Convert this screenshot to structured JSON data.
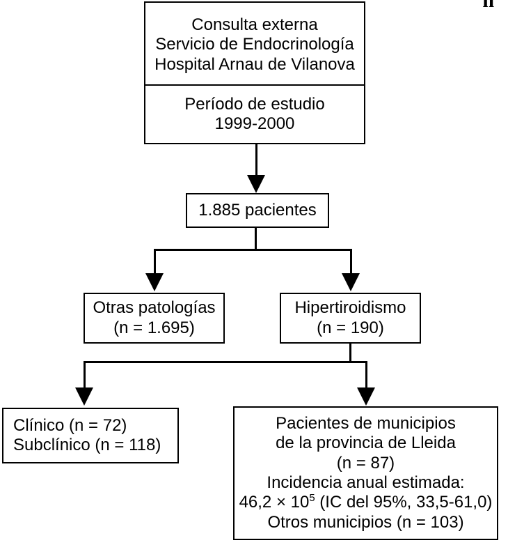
{
  "figure": {
    "corner_glyph": "n",
    "nodes": {
      "setting": {
        "name": "study-setting",
        "top_lines": [
          "Consulta externa",
          "Servicio de Endocrinología",
          "Hospital Arnau de Vilanova"
        ],
        "bottom_lines": [
          "Período de estudio",
          "1999-2000"
        ]
      },
      "patients": {
        "name": "total-patients",
        "lines": [
          "1.885 pacientes"
        ]
      },
      "other_pathologies": {
        "name": "other-pathologies",
        "lines": [
          "Otras patologías",
          "(n = 1.695)"
        ]
      },
      "hyperthyroidism": {
        "name": "hyperthyroidism",
        "lines": [
          "Hipertiroidismo",
          "(n = 190)"
        ]
      },
      "clinical_split": {
        "name": "clinical-subclinical",
        "lines": [
          "Clínico (n = 72)",
          "Subclínico (n = 118)"
        ]
      },
      "lleida": {
        "name": "lleida-municipalities",
        "lines": [
          "Pacientes de municipios",
          "de la provincia de Lleida",
          "(n = 87)",
          "Incidencia anual estimada:"
        ],
        "incidence_prefix": "46,2 × 10",
        "incidence_exponent": "5",
        "incidence_suffix": " (IC del 95%, 33,5-61,0)",
        "last_line": "Otros municipios (n = 103)"
      }
    },
    "colors": {
      "stroke": "#000000",
      "fill": "#ffffff",
      "text": "#000000"
    }
  }
}
